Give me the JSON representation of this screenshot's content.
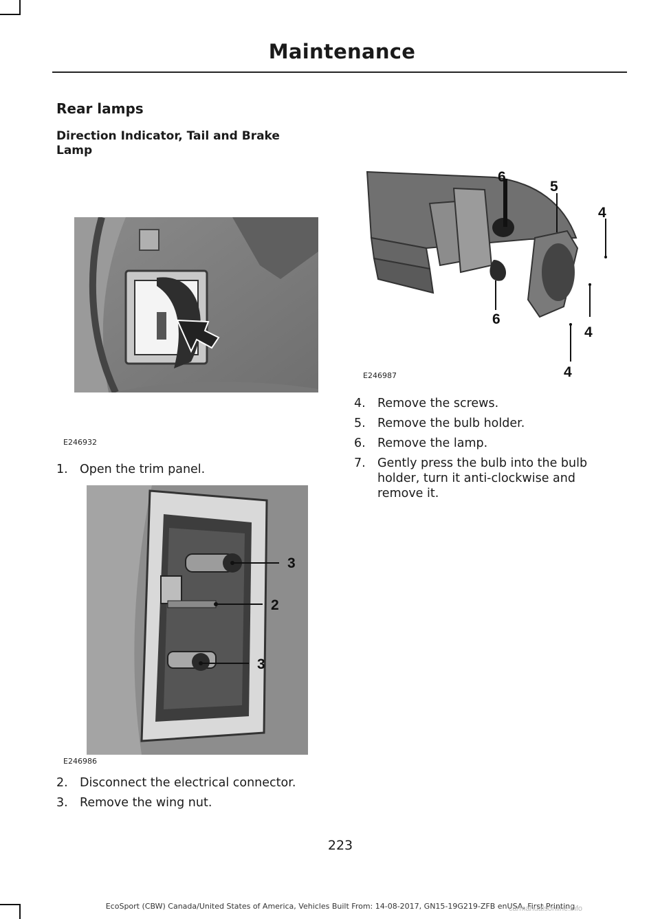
{
  "header": {
    "title": "Maintenance"
  },
  "section": {
    "title": "Rear lamps",
    "subtitle": "Direction Indicator, Tail and Brake Lamp"
  },
  "figures": [
    {
      "code": "E246932",
      "arrow_icon": "arrow-icon",
      "callouts": []
    },
    {
      "code": "E246986",
      "callouts": [
        "3",
        "2",
        "3"
      ]
    },
    {
      "code": "E246987",
      "callouts": [
        "6",
        "5",
        "4",
        "4",
        "6",
        "4"
      ]
    }
  ],
  "steps": [
    {
      "num": "1.",
      "text": "Open the trim panel."
    },
    {
      "num": "2.",
      "text": "Disconnect the electrical connector."
    },
    {
      "num": "3.",
      "text": "Remove the wing nut."
    },
    {
      "num": "4.",
      "text": "Remove the screws."
    },
    {
      "num": "5.",
      "text": "Remove the bulb holder."
    },
    {
      "num": "6.",
      "text": "Remove the lamp."
    },
    {
      "num": "7.",
      "text_lines": [
        "Gently press the bulb into the bulb",
        "holder, turn it anti-clockwise and",
        "remove it."
      ]
    }
  ],
  "footer": {
    "page_number": "223",
    "text": "EcoSport (CBW) Canada/United States of America, Vehicles Built From: 14-08-2017, GN15-19G219-ZFB enUSA, First Printing",
    "watermark": "carmanualsonline.info"
  }
}
